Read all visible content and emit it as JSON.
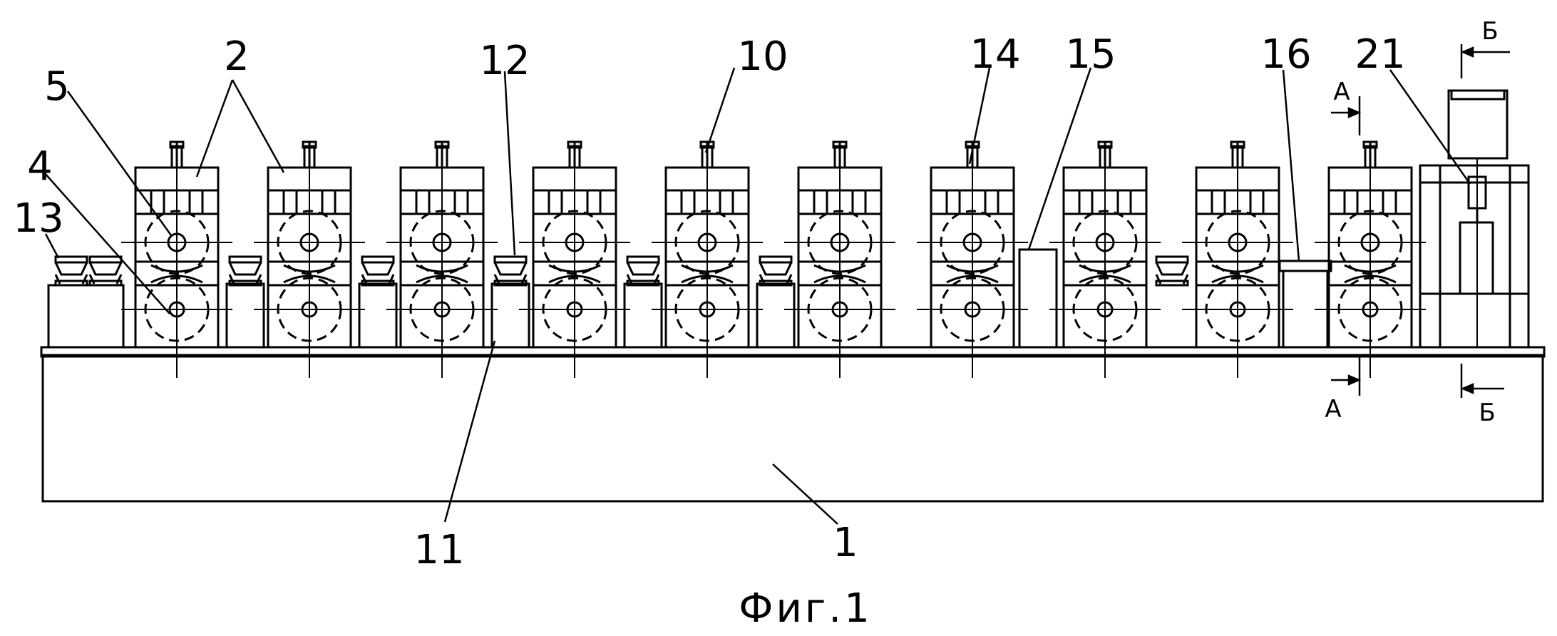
{
  "labels": {
    "l1": "1",
    "l2": "2",
    "l4": "4",
    "l5": "5",
    "l10": "10",
    "l11": "11",
    "l12": "12",
    "l13": "13",
    "l14": "14",
    "l15": "15",
    "l16": "16",
    "l21": "21"
  },
  "sections": {
    "a_top": "А",
    "a_bottom": "А",
    "b_top": "Б",
    "b_bottom": "Б"
  },
  "caption": "Фиг.1"
}
